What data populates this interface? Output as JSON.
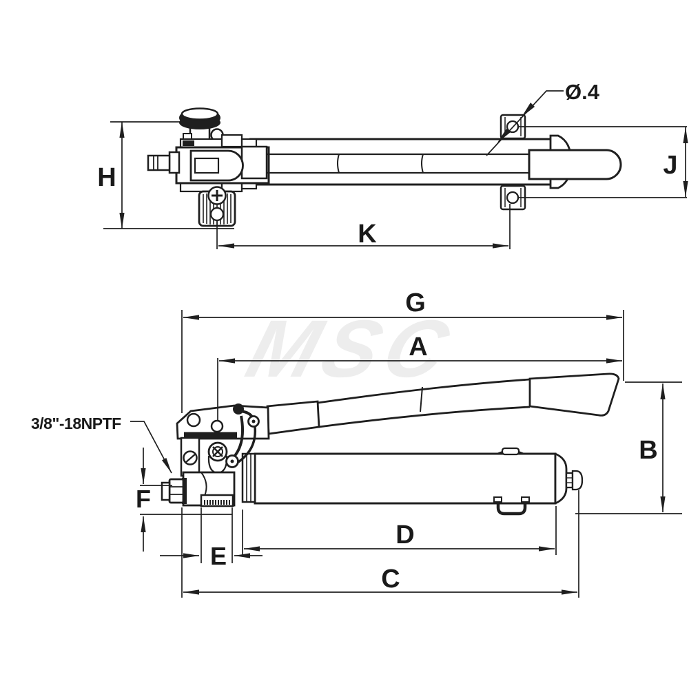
{
  "drawing": {
    "watermark": "MSC",
    "labels": {
      "h": "H",
      "j": "J",
      "k": "K",
      "dia": "Ø.4",
      "g": "G",
      "a": "A",
      "b": "B",
      "c": "C",
      "d": "D",
      "e": "E",
      "f": "F",
      "port": "3/8\"-18NPTF"
    },
    "colors": {
      "line": "#1f1f1f",
      "background": "#ffffff",
      "watermark": "#ededed"
    }
  }
}
